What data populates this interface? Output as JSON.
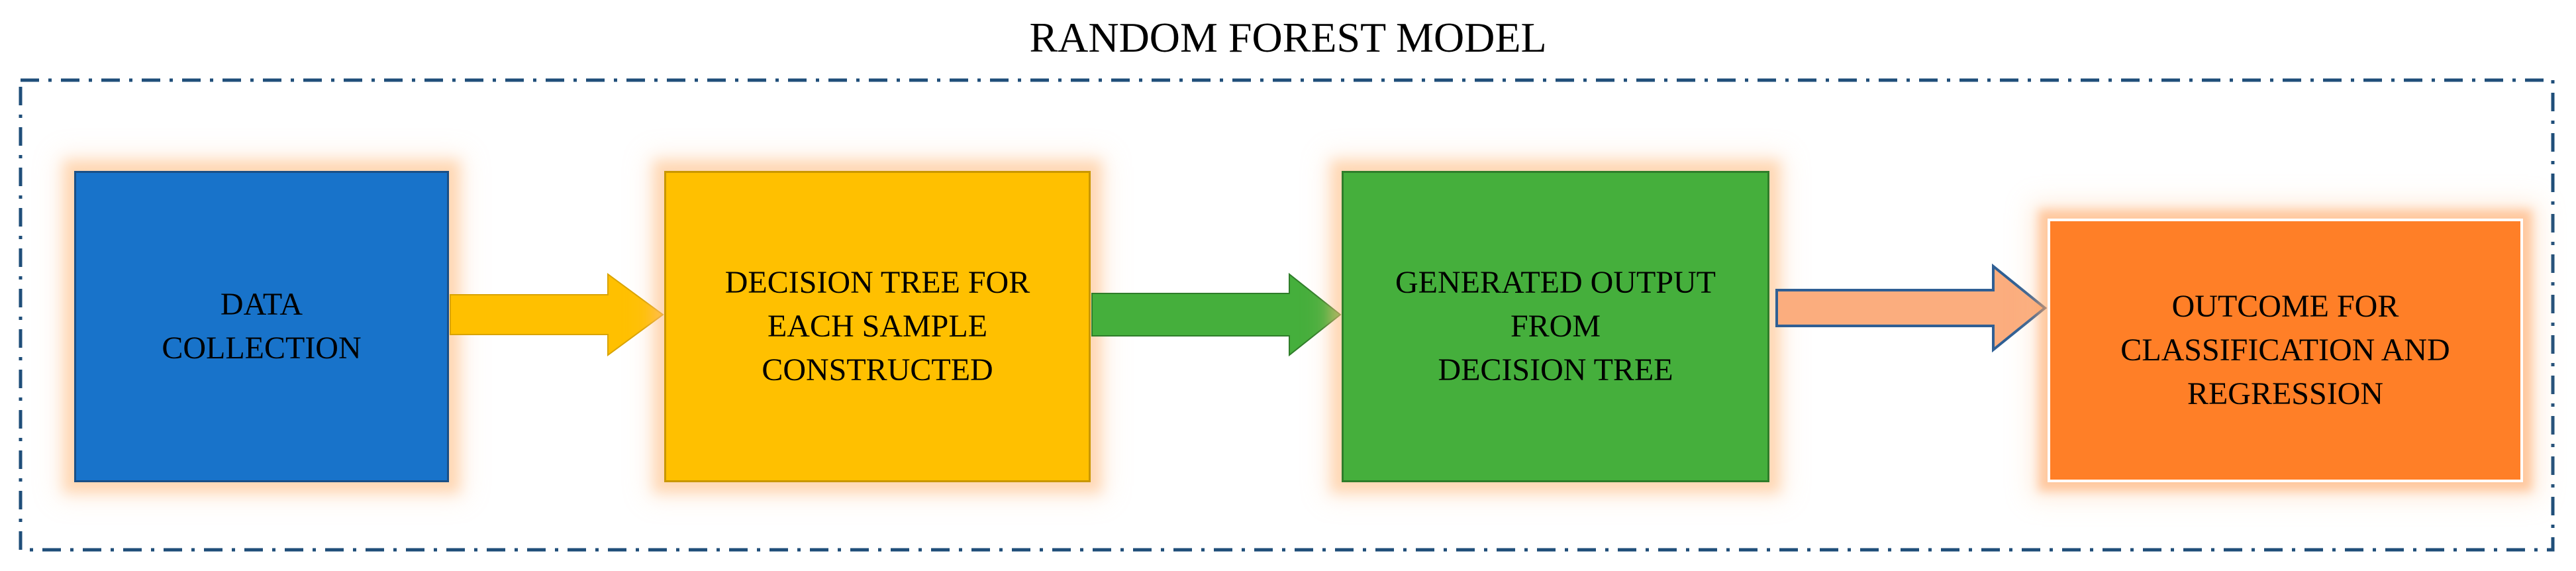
{
  "title": "RANDOM FOREST MODEL",
  "steps": [
    {
      "label": "DATA\nCOLLECTION",
      "color": "#1873ca"
    },
    {
      "label": "DECISION TREE FOR\nEACH SAMPLE\nCONSTRUCTED",
      "color": "#ffc000"
    },
    {
      "label": "GENERATED OUTPUT\nFROM\nDECISION TREE",
      "color": "#45af3c"
    },
    {
      "label": "OUTCOME FOR\nCLASSIFICATION AND\nREGRESSION",
      "color": "#ff7f27"
    }
  ],
  "arrows": [
    {
      "color": "#ffc000"
    },
    {
      "color": "#45af3c"
    },
    {
      "color": "#fbad7e"
    }
  ],
  "frame_color": "#1f4e79"
}
